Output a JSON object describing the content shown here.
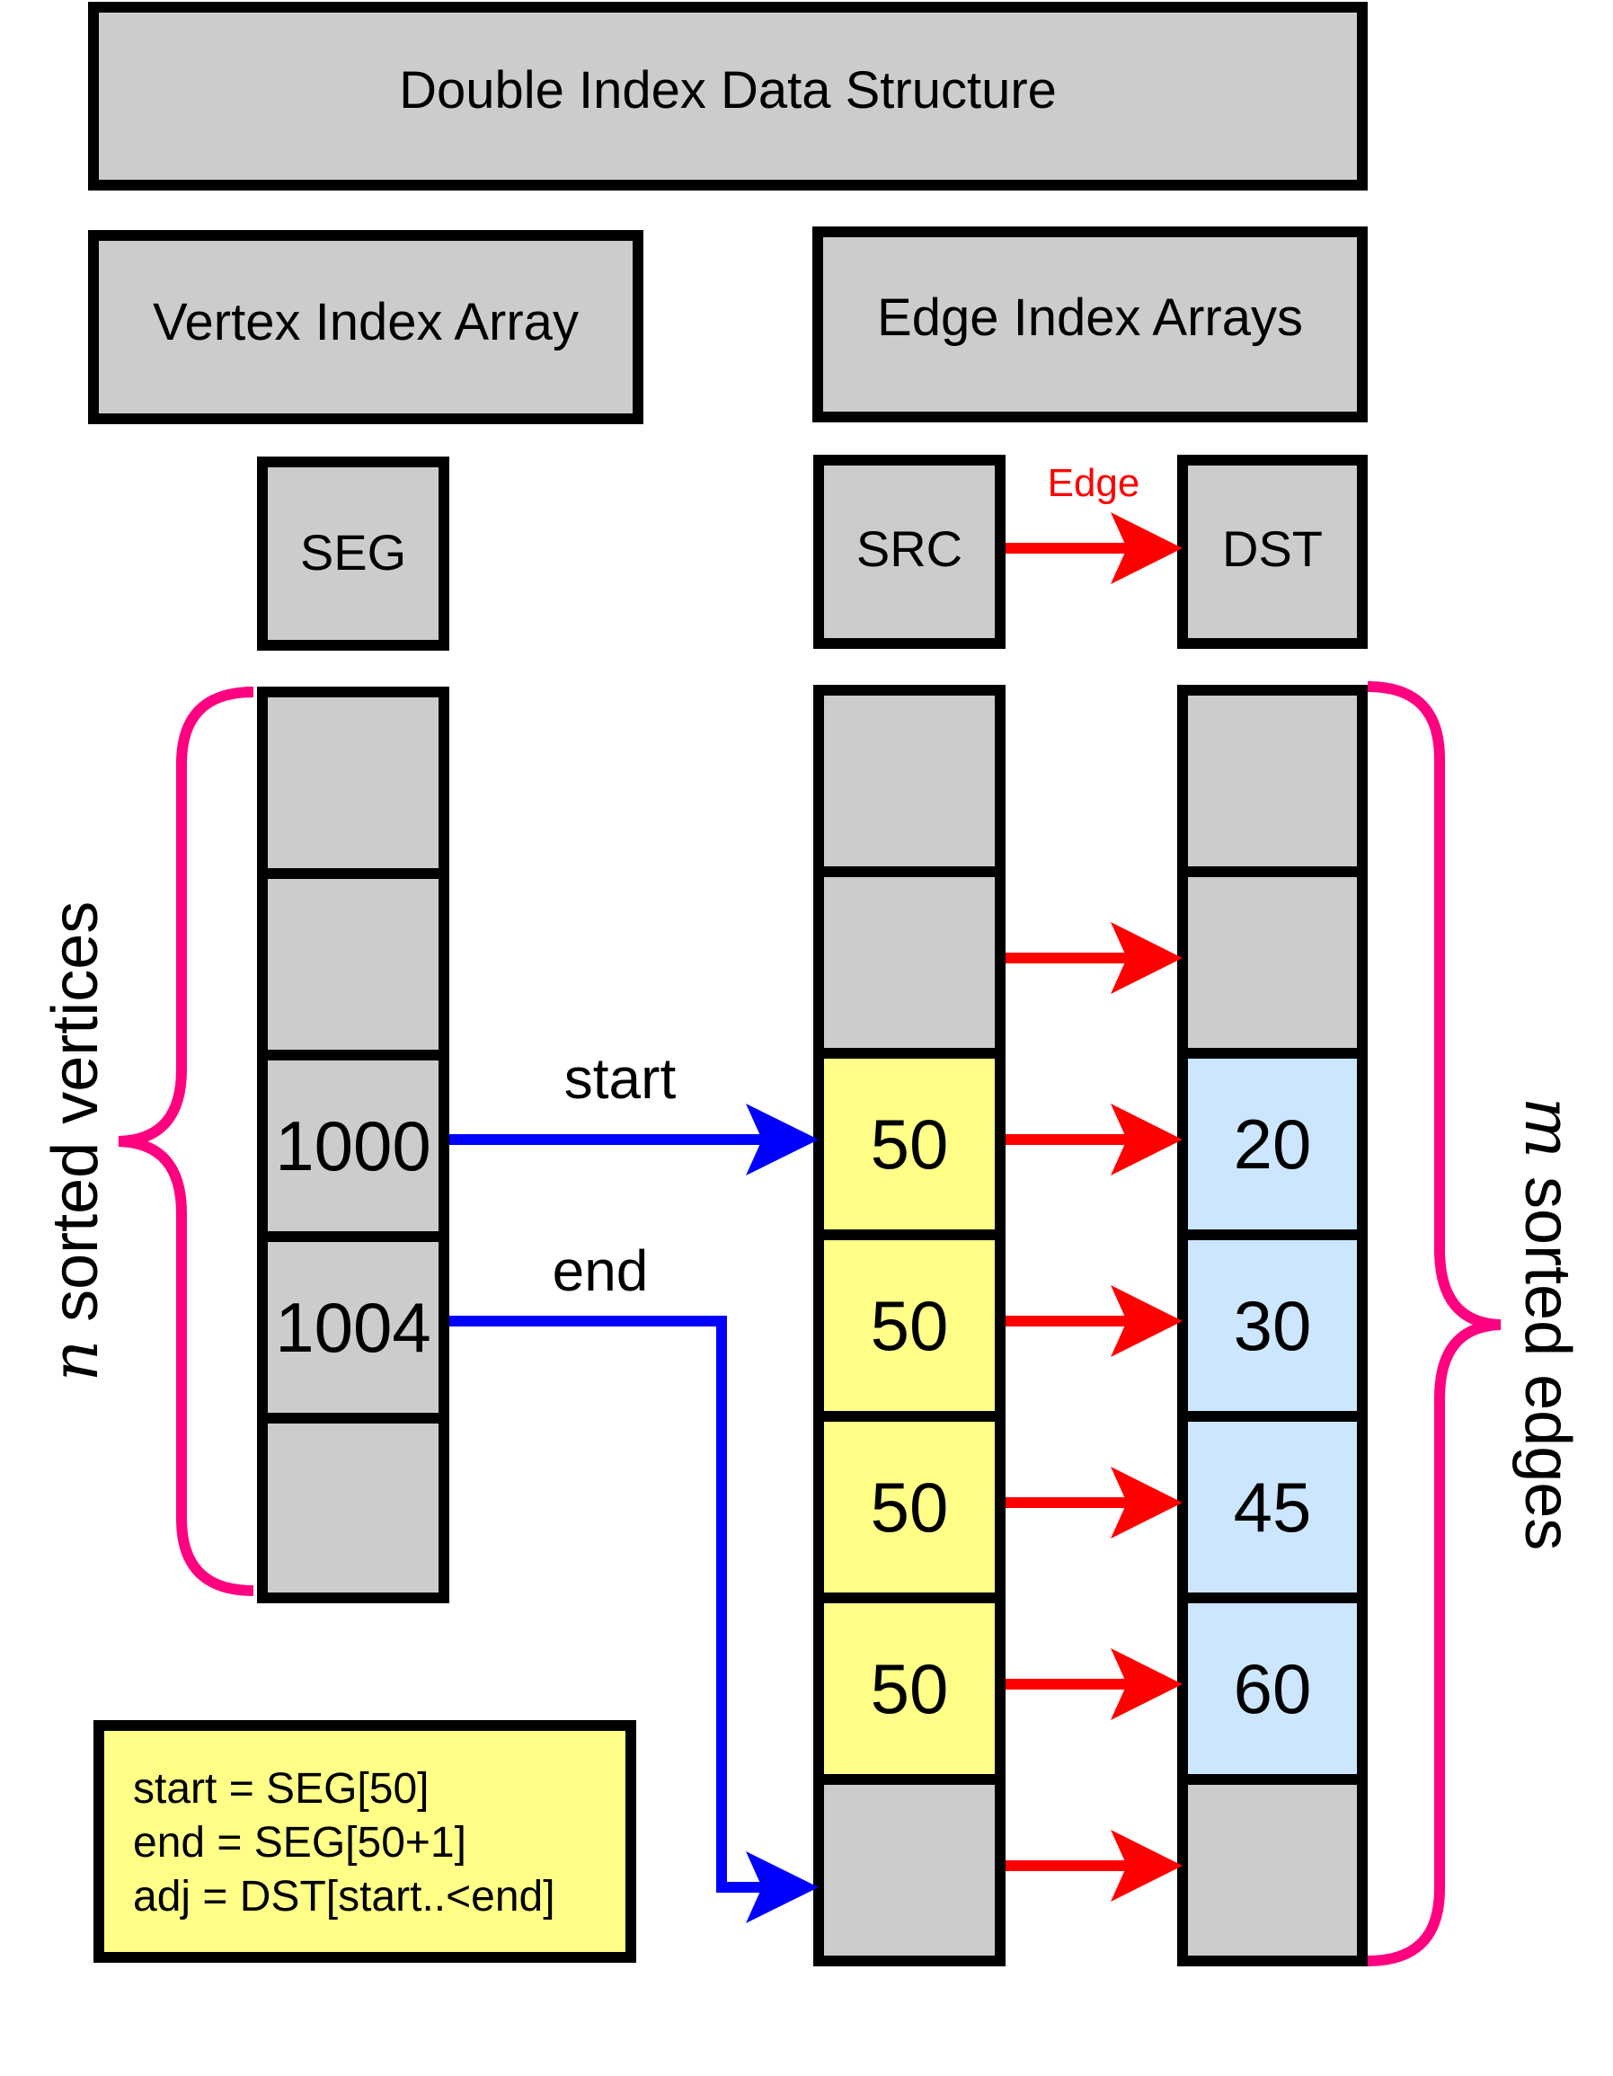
{
  "title": "Double Index Data Structure",
  "vertex_header": "Vertex Index Array",
  "edge_header": "Edge Index Arrays",
  "seg_label": "SEG",
  "src_label": "SRC",
  "dst_label": "DST",
  "edge_arrow_label": "Edge",
  "seg_cells": [
    "",
    "",
    "1000",
    "1004",
    ""
  ],
  "src_cells": [
    "",
    "",
    "50",
    "50",
    "50",
    "50",
    ""
  ],
  "dst_cells": [
    "",
    "",
    "20",
    "30",
    "45",
    "60",
    ""
  ],
  "start_label": "start",
  "end_label": "end",
  "left_brace_var": "n",
  "left_brace_text": " sorted vertices",
  "right_brace_var": "m",
  "right_brace_text": " sorted edges",
  "code_lines": [
    "start = SEG[50]",
    "end = SEG[50+1]",
    "adj = DST[start..<end]"
  ],
  "colors": {
    "box_fill": "#cccccc",
    "src_highlight": "#ffff88",
    "dst_highlight": "#cce6ff",
    "code_box": "#ffff88",
    "edge_arrow": "#ff0000",
    "pointer_arrow": "#0000ff",
    "brace": "#ff0080"
  }
}
